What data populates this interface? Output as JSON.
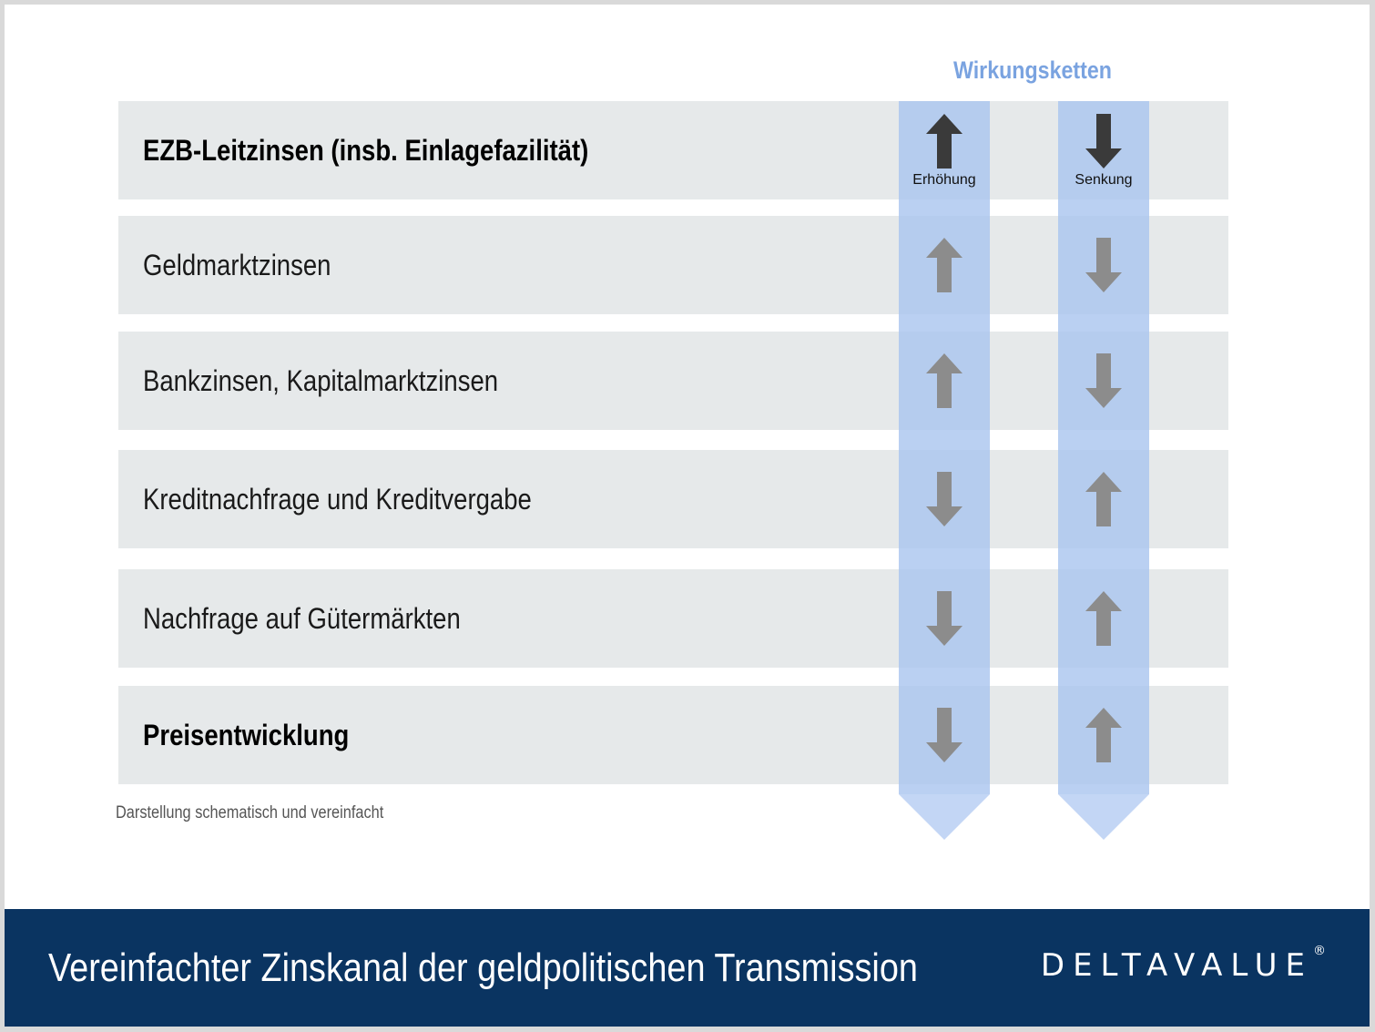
{
  "heading": "Wirkungsketten",
  "columns": [
    {
      "label": "Erhöhung"
    },
    {
      "label": "Senkung"
    }
  ],
  "rows": [
    {
      "label": "EZB-Leitzinsen (insb. Einlagefazilität)",
      "bold": true,
      "directions": [
        "up",
        "down"
      ]
    },
    {
      "label": "Geldmarktzinsen",
      "bold": false,
      "directions": [
        "up",
        "down"
      ]
    },
    {
      "label": "Bankzinsen, Kapitalmarktzinsen",
      "bold": false,
      "directions": [
        "up",
        "down"
      ]
    },
    {
      "label": "Kreditnachfrage und Kreditvergabe",
      "bold": false,
      "directions": [
        "down",
        "up"
      ]
    },
    {
      "label": "Nachfrage auf Gütermärkten",
      "bold": false,
      "directions": [
        "down",
        "up"
      ]
    },
    {
      "label": "Preisentwicklung",
      "bold": true,
      "directions": [
        "down",
        "up"
      ]
    }
  ],
  "note": "Darstellung schematisch und vereinfacht",
  "footer": {
    "title": "Vereinfachter Zinskanal der geldpolitischen Transmission",
    "logo": "DELTAVALUE",
    "logo_mark": "®"
  },
  "colors": {
    "band": "#a9c4ef",
    "band_tip": "#c3d6f5",
    "arrow_primary": "#3a3a3a",
    "arrow_secondary": "#8c8c8c",
    "footer_bg": "#0a3461",
    "heading": "#7aa3e0"
  }
}
